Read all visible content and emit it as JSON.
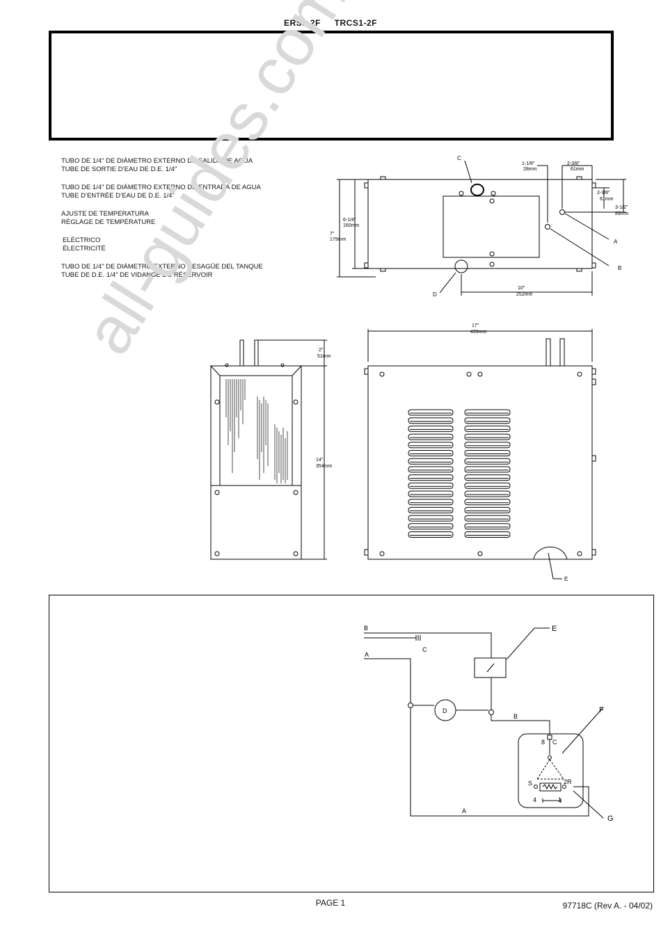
{
  "header": {
    "model1": "ERS1-2F",
    "model2": "TRCS1-2F"
  },
  "legend": {
    "items": [
      {
        "es": "TUBO DE 1/4\" DE DIÁMETRO EXTERNO DE SALIDA DE AGUA",
        "fr": "TUBE DE SORTIE D’EAU DE D.E. 1/4\""
      },
      {
        "es": "TUBO DE 1/4\" DE DIÁMETRO EXTERNO DE ENTRADA DE AGUA",
        "fr": "TUBE D’ENTRÉE D’EAU DE D.E. 1/4\""
      },
      {
        "es": "AJUSTE DE TEMPERATURA",
        "fr": "RÉGLAGE DE TEMPÉRATURE"
      },
      {
        "es": "ELÉCTRICO",
        "fr": "ÉLECTRICITÉ"
      },
      {
        "es": "TUBO DE 1/4\" DE DIÁMETRO EXTERNO DESAGÜE DEL TANQUE",
        "fr": "TUBE DE D.E. 1/4\" DE VIDANGE DU RÉSERVOIR"
      }
    ]
  },
  "top_view": {
    "labels": {
      "a": "A",
      "b": "B",
      "c": "C",
      "d": "D"
    },
    "dims": {
      "d1_in": "1-1/8\"",
      "d1_mm": "28mm",
      "d2_in": "2-3/8\"",
      "d2_mm": "61mm",
      "d3_in": "2-3/8\"",
      "d3_mm": "61mm",
      "d4_in": "3-1/2\"",
      "d4_mm": "89mm",
      "d5_in": "6-1/4\"",
      "d5_mm": "160mm",
      "d6_in": "7\"",
      "d6_mm": "179mm",
      "d7_in": "10\"",
      "d7_mm": "252mm"
    }
  },
  "side_view": {
    "dims": {
      "top_in": "2\"",
      "top_mm": "51mm",
      "h_in": "14\"",
      "h_mm": "354mm"
    }
  },
  "front_view": {
    "dims": {
      "w_in": "17\"",
      "w_mm": "433mm"
    },
    "label_e": "E"
  },
  "wiring": {
    "labels": {
      "b": "B",
      "a": "A",
      "c": "C",
      "e": "E",
      "d": "D",
      "b2": "B",
      "f": "F",
      "g": "G",
      "a2": "A",
      "t8": "8",
      "tc": "C",
      "ts": "S",
      "t2r": "2R",
      "t4": "4",
      "t1": "1"
    }
  },
  "footer": {
    "page": "PAGE 1",
    "doc": "97718C (Rev A. - 04/02)"
  },
  "watermark": "all-guides.com"
}
